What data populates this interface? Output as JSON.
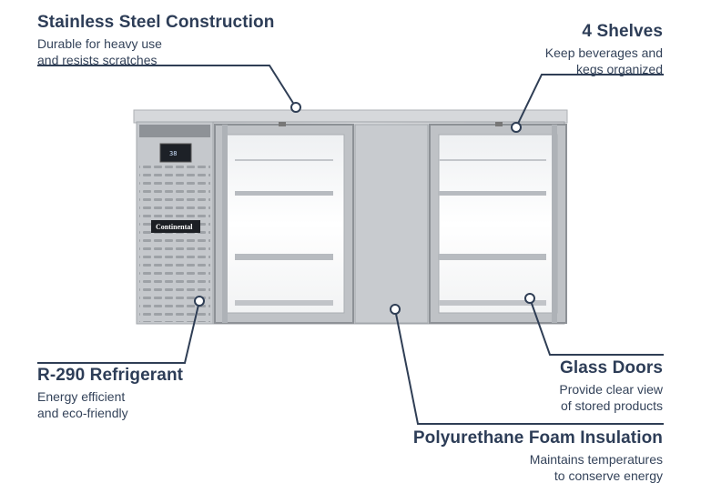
{
  "callouts": {
    "steel": {
      "title": "Stainless Steel Construction",
      "line1": "Durable for heavy use",
      "line2": "and resists scratches"
    },
    "shelves": {
      "title": "4 Shelves",
      "line1": "Keep beverages and",
      "line2": "kegs organized"
    },
    "refrigerant": {
      "title": "R-290 Refrigerant",
      "line1": "Energy efficient",
      "line2": "and eco-friendly"
    },
    "glass": {
      "title": "Glass Doors",
      "line1": "Provide clear view",
      "line2": "of stored products"
    },
    "foam": {
      "title": "Polyurethane Foam Insulation",
      "line1": "Maintains temperatures",
      "line2": "to conserve energy"
    }
  },
  "product": {
    "brand": "Continental",
    "display": "38"
  },
  "colors": {
    "text": "#2d3d57",
    "line": "#2f3e55",
    "steel": "#c9ccd0"
  }
}
